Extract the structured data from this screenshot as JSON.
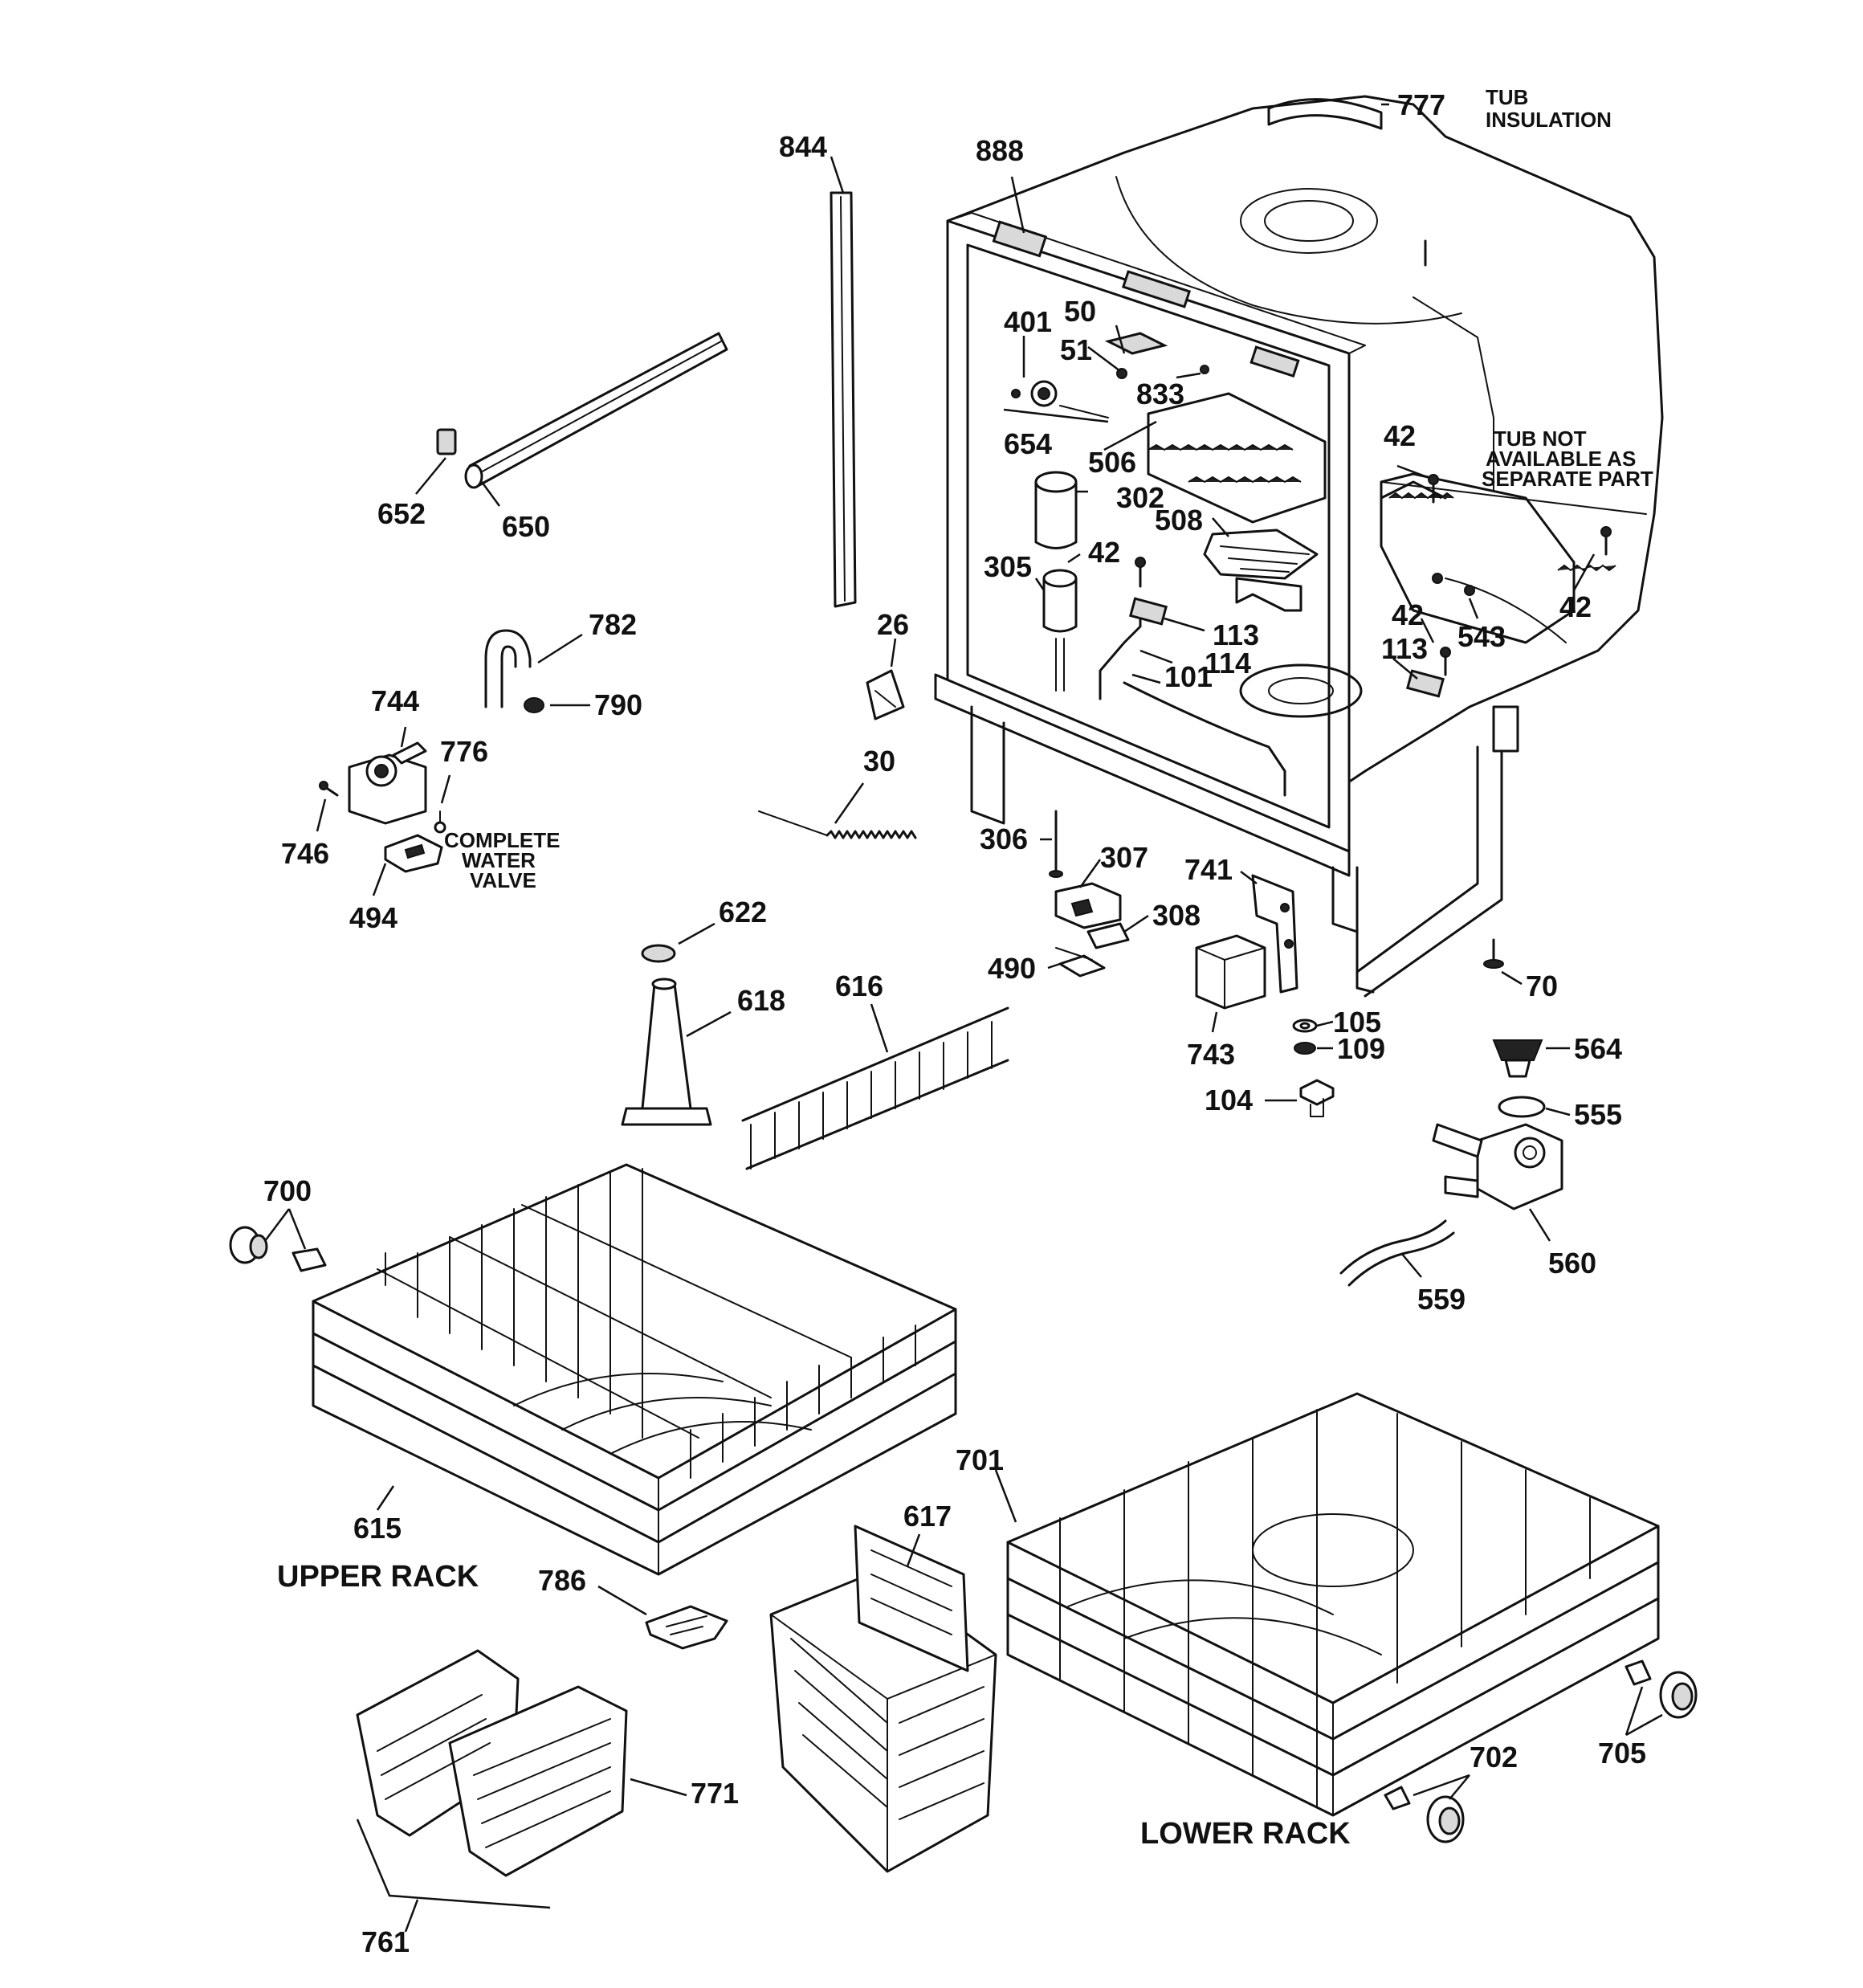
{
  "parts": {
    "p777": "777",
    "tub_insulation_line1": "TUB",
    "tub_insulation_line2": "INSULATION",
    "p888": "888",
    "p844": "844",
    "p401": "401",
    "p50": "50",
    "p51": "51",
    "p833": "833",
    "p654": "654",
    "p506": "506",
    "p302": "302",
    "p508": "508",
    "p42a": "42",
    "p42b": "42",
    "p42c": "42",
    "p42d": "42",
    "p305": "305",
    "p113a": "113",
    "p113b": "113",
    "p114": "114",
    "p101": "101",
    "p543": "543",
    "p652": "652",
    "p650": "650",
    "p782": "782",
    "p790": "790",
    "p744": "744",
    "p776": "776",
    "p746": "746",
    "p494": "494",
    "p26": "26",
    "p30": "30",
    "p306": "306",
    "p307": "307",
    "p308": "308",
    "p741": "741",
    "p490": "490",
    "p70": "70",
    "p622": "622",
    "p618": "618",
    "p616": "616",
    "p743": "743",
    "p105": "105",
    "p109": "109",
    "p104": "104",
    "p564": "564",
    "p555": "555",
    "p560": "560",
    "p559": "559",
    "p700": "700",
    "p615": "615",
    "p701": "701",
    "p617": "617",
    "p786": "786",
    "p771": "771",
    "p761": "761",
    "p702": "702",
    "p705": "705"
  },
  "notes": {
    "tub_not_line1": "TUB NOT",
    "tub_not_line2": "AVAILABLE AS",
    "tub_not_line3": "SEPARATE PART",
    "valve_line1": "COMPLETE",
    "valve_line2": "WATER",
    "valve_line3": "VALVE",
    "upper_rack": "UPPER RACK",
    "lower_rack": "LOWER RACK"
  }
}
